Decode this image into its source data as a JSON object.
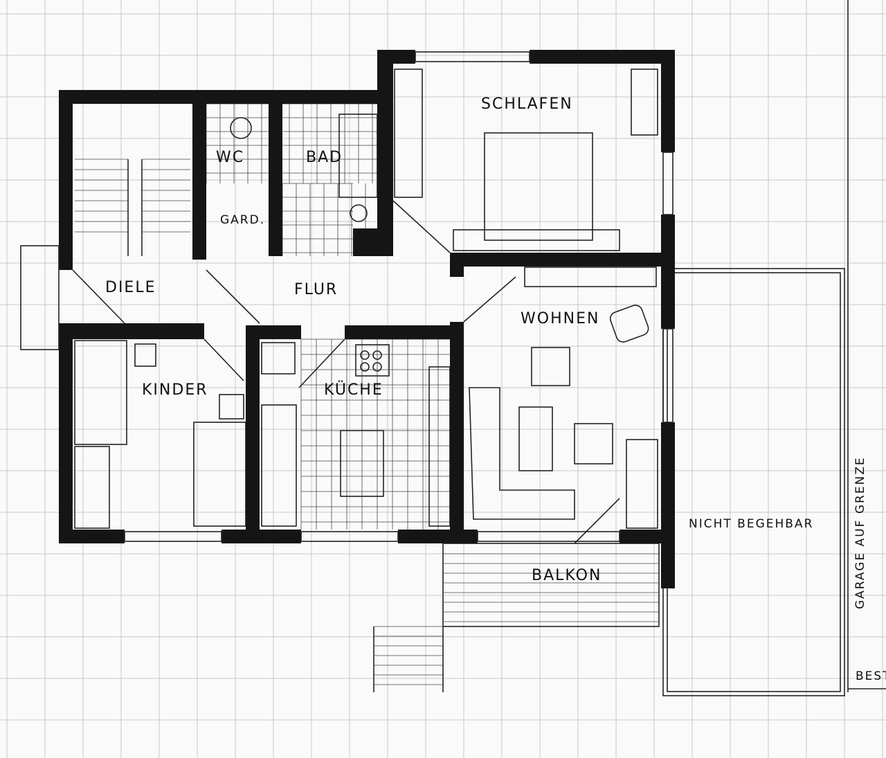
{
  "rooms": {
    "schlafen": "SCHLAFEN",
    "wc": "WC",
    "bad": "BAD",
    "gard": "GARD.",
    "diele": "DIELE",
    "flur": "FLUR",
    "wohnen": "WOHNEN",
    "kinder": "KINDER",
    "kueche": "KÜCHE",
    "balkon": "BALKON",
    "nicht_begehbar": "NICHT  BEGEHBAR"
  },
  "annotations": {
    "garage": "GARAGE  AUF  GRENZE",
    "best": "BEST"
  },
  "colors": {
    "wall": "#151515",
    "paper": "#fafafa"
  }
}
